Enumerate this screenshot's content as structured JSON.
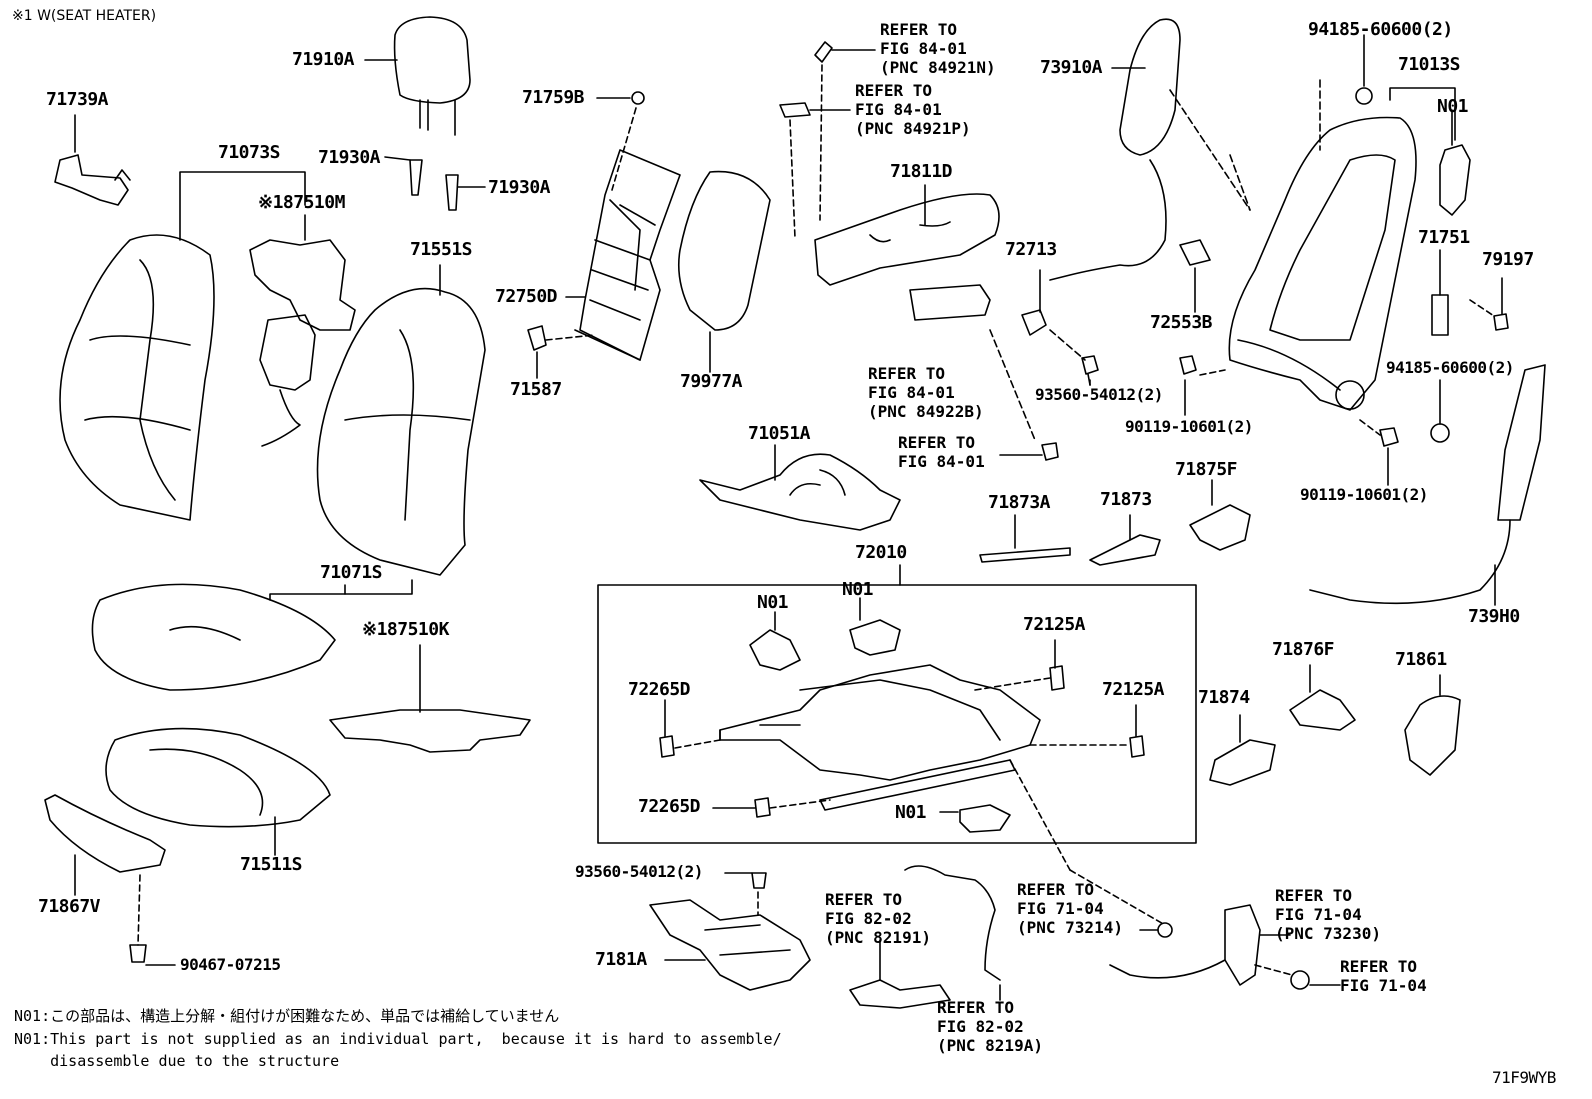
{
  "header_note": "※1 W(SEAT HEATER)",
  "image_code": "71F9WYB",
  "parts": {
    "p71910A": "71910A",
    "p71739A": "71739A",
    "p71073S": "71073S",
    "p71930A_1": "71930A",
    "p71930A_2": "71930A",
    "p87510M": "※187510M",
    "p71551S": "71551S",
    "p71759B": "71759B",
    "p72750D": "72750D",
    "p71587": "71587",
    "p79977A": "79977A",
    "p71811D": "71811D",
    "p73910A": "73910A",
    "p94185_a": "94185-60600(2)",
    "p71013S": "71013S",
    "pN01_top": "N01",
    "p72713": "72713",
    "p72553B": "72553B",
    "p71751": "71751",
    "p79197": "79197",
    "p93560_a": "93560-54012(2)",
    "p90119_a": "90119-10601(2)",
    "p94185_b": "94185-60600(2)",
    "p90119_b": "90119-10601(2)",
    "p71051A": "71051A",
    "p71873A": "71873A",
    "p71873": "71873",
    "p71875F": "71875F",
    "p72010": "72010",
    "p71071S": "71071S",
    "p87510K": "※187510K",
    "pN01_a": "N01",
    "pN01_b": "N01",
    "p72125A_1": "72125A",
    "p72265D_1": "72265D",
    "p72125A_2": "72125A",
    "p72265D_2": "72265D",
    "pN01_c": "N01",
    "p71511S": "71511S",
    "p71867V": "71867V",
    "p90467": "90467-07215",
    "p93560_b": "93560-54012(2)",
    "p7181A": "7181A",
    "p739H0": "739H0",
    "p71876F": "71876F",
    "p71874": "71874",
    "p71861": "71861"
  },
  "refs": {
    "r1": "REFER TO\nFIG 84-01\n(PNC 84921N)",
    "r2": "REFER TO\nFIG 84-01\n(PNC 84921P)",
    "r3": "REFER TO\nFIG 84-01\n(PNC 84922B)",
    "r4": "REFER TO\nFIG 84-01",
    "r5": "REFER TO\nFIG 82-02\n(PNC 82191)",
    "r6": "REFER TO\nFIG 71-04\n(PNC 73214)",
    "r7": "REFER TO\nFIG 71-04\n(PNC 73230)",
    "r8": "REFER TO\nFIG 71-04",
    "r9": "REFER TO\nFIG 82-02\n(PNC 8219A)"
  },
  "footnotes": {
    "jp": "N01:この部品は、構造上分解・組付けが困難なため、単品では補給していません",
    "en1": "N01:This part is not supplied as an individual part,  because it is hard to assemble/",
    "en2": "    disassemble due to the structure"
  }
}
